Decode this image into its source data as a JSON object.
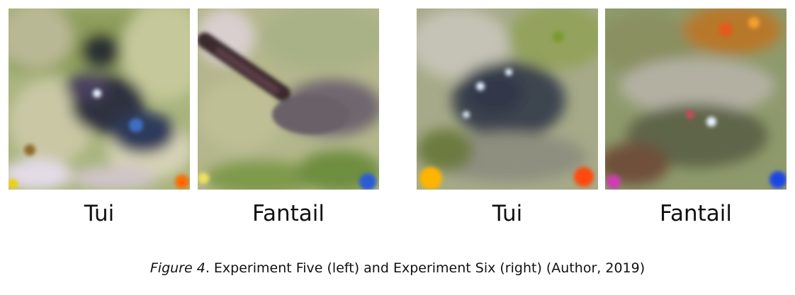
{
  "experiments": [
    {
      "name": "Experiment Five",
      "panels": [
        {
          "label": "Tui",
          "image": "generated-bird-image"
        },
        {
          "label": "Fantail",
          "image": "generated-bird-image"
        }
      ]
    },
    {
      "name": "Experiment Six",
      "panels": [
        {
          "label": "Tui",
          "image": "generated-bird-image"
        },
        {
          "label": "Fantail",
          "image": "generated-bird-image"
        }
      ]
    }
  ],
  "caption": {
    "figure_label": "Figure 4",
    "text": ". Experiment Five (left) and Experiment Six (right) (Author, 2019)"
  }
}
